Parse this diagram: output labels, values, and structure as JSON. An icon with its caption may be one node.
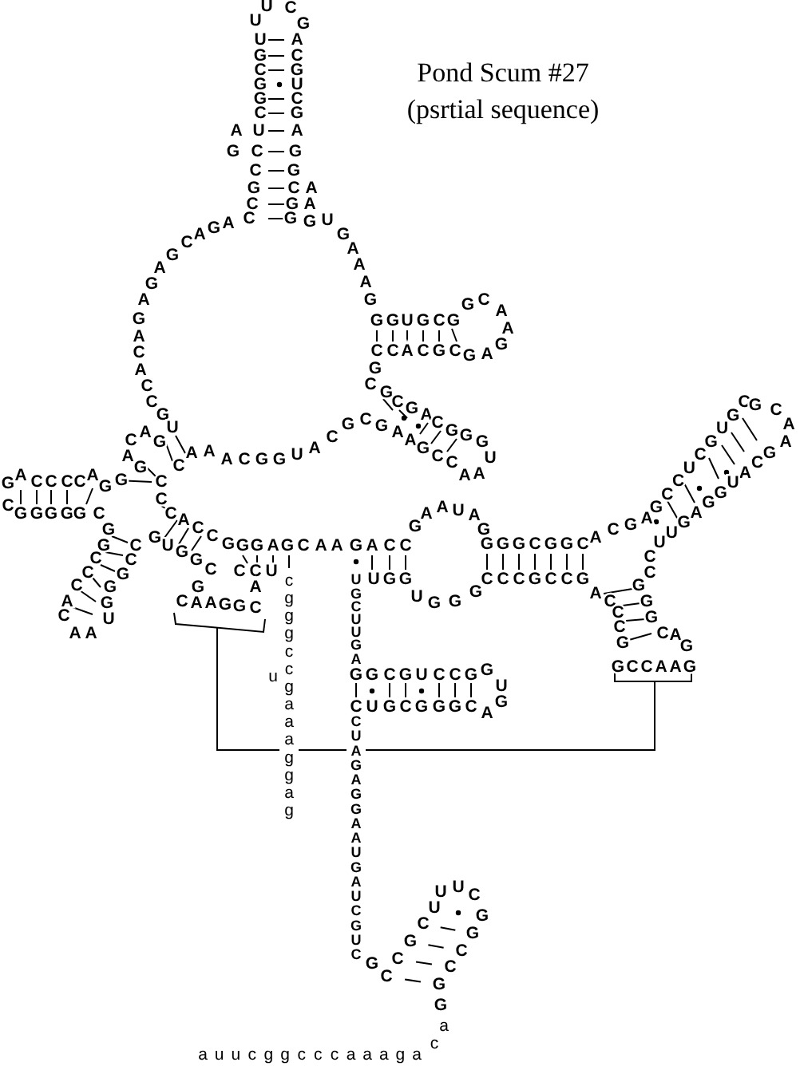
{
  "diagram": {
    "title": "Pond Scum #27",
    "labels": [
      "(psrtial sequence)",
      "UUCG",
      "UGCGGCUCCGCC",
      "ACGUCGAGGCGG",
      "AG",
      "AA",
      "AGACGAGAGACACCGU",
      "GUGAAAG",
      "GGUGCG",
      "GCAAGAG",
      "CCACGC",
      "GCGCGACGGG",
      "UAA",
      "CGAAGCC",
      "CAAACGGUACG",
      "CAG",
      "AG",
      "CC",
      "GC",
      "ACCCCAGG",
      "GGGGGC",
      "GGCCCAC",
      "AA",
      "CCGGGU",
      "CACCGGGAGCAAGACC",
      "GAAUAG",
      "GGGCGGC",
      "ACGA",
      "GCCUCGUGC",
      "GCAA",
      "GCAUGGAGUU",
      "CC",
      "ACCCG",
      "GGGCAG",
      "GCCAAG",
      "CCCGCCG",
      "UGG",
      "UGCUUGA",
      "UGGG",
      "GGCGUCCG",
      "GUGA",
      "CUGCGGGC",
      "CUAGAGGAAUGAUCGUC",
      "GCCGCU",
      "UUC",
      "GGCCGG",
      "ac",
      "auucggcccaaaga",
      "CCU",
      "A",
      "GUGGC",
      "G",
      "CAAGGC",
      "cgggccgaaaggag",
      "u"
    ]
  }
}
